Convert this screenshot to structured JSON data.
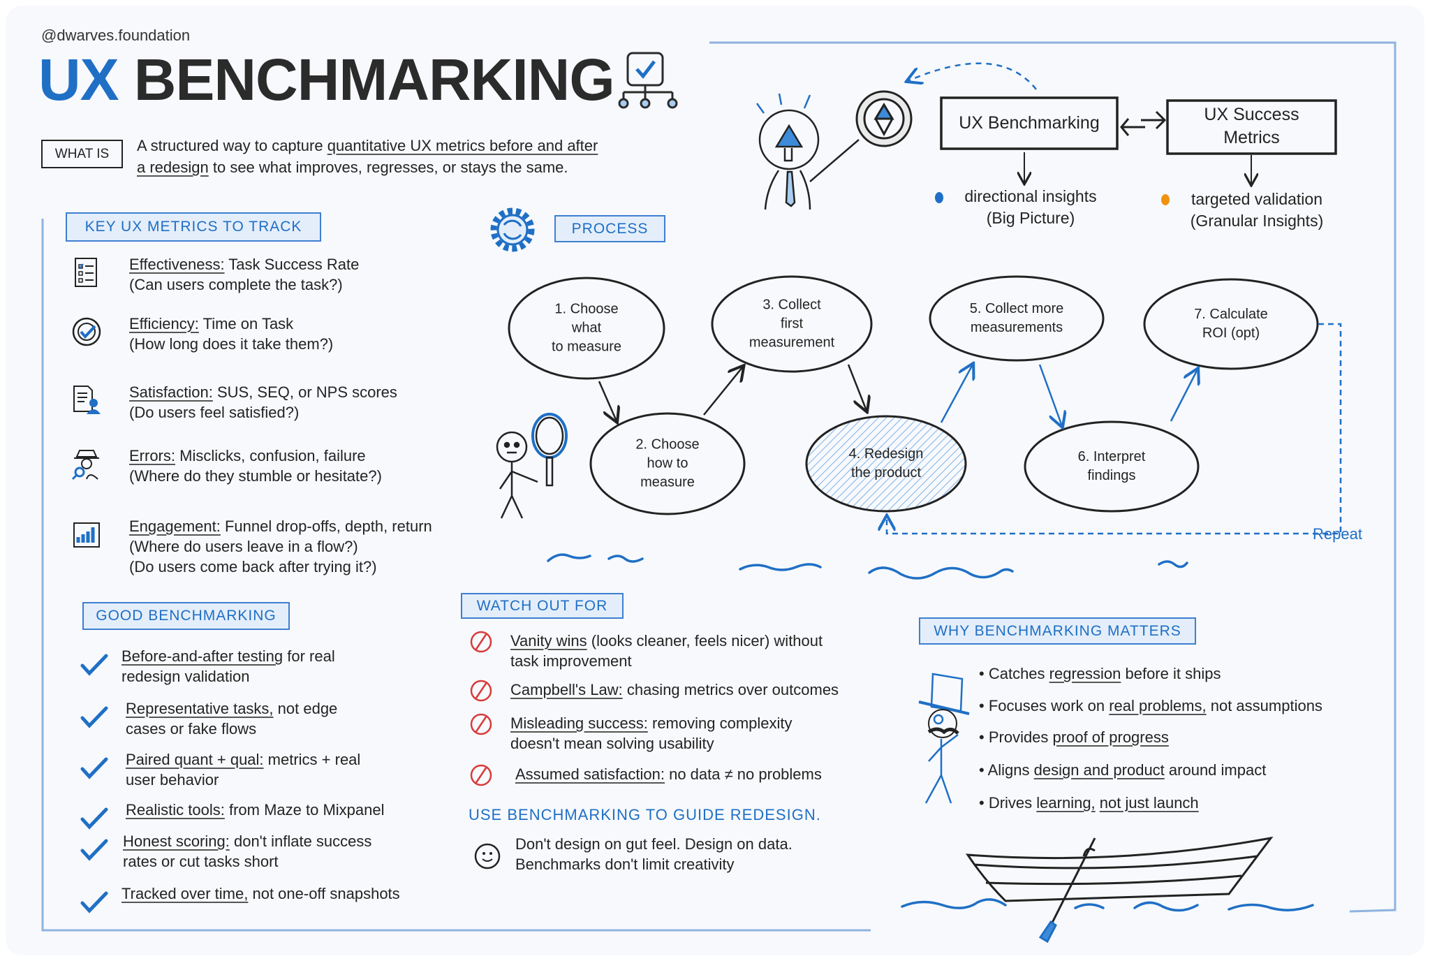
{
  "brand": "@dwarves.foundation",
  "title": {
    "accent": "UX",
    "main": "BENCHMARKING",
    "icon": "checkbox-hierarchy-icon"
  },
  "what_is": {
    "label": "WHAT IS",
    "line1": [
      {
        "t": "A structured way to capture "
      },
      {
        "t": "quantitative UX metrics before and after",
        "u": true
      }
    ],
    "line2": [
      {
        "t": "a redesign",
        "u": true
      },
      {
        "t": " to see what improves, regresses, or stays the same."
      }
    ]
  },
  "colors": {
    "blue": "#1f6fc5",
    "orange": "#f0920f",
    "red": "#d93a3a",
    "ink": "#232323",
    "box_fill": "#e4eefa"
  },
  "key_metrics": {
    "heading": "KEY UX METRICS TO TRACK",
    "items": [
      {
        "icon": "checklist-icon",
        "line1": [
          {
            "t": "Effectiveness:",
            "u": true
          },
          {
            "t": " Task Success Rate"
          }
        ],
        "sub": [
          "(Can users complete the task?)"
        ]
      },
      {
        "icon": "target-check-icon",
        "line1": [
          {
            "t": "Efficiency:",
            "u": true
          },
          {
            "t": " Time on Task"
          }
        ],
        "sub": [
          "(How long does it take them?)"
        ]
      },
      {
        "icon": "survey-user-icon",
        "line1": [
          {
            "t": "Satisfaction:",
            "u": true
          },
          {
            "t": " SUS, SEQ, or NPS scores"
          }
        ],
        "sub": [
          "(Do users feel satisfied?)"
        ]
      },
      {
        "icon": "detective-icon",
        "line1": [
          {
            "t": "Errors:",
            "u": true
          },
          {
            "t": " Misclicks, confusion, failure"
          }
        ],
        "sub": [
          "(Where do they stumble or hesitate?)"
        ]
      },
      {
        "icon": "bar-chart-icon",
        "line1": [
          {
            "t": "Engagement:",
            "u": true
          },
          {
            "t": " Funnel drop-offs, depth, return"
          }
        ],
        "sub": [
          "(Where do users leave in a flow?)",
          "(Do users come back after trying it?)"
        ]
      }
    ]
  },
  "process": {
    "heading": "PROCESS",
    "steps": [
      [
        "1. Choose",
        "what",
        "to measure"
      ],
      [
        "2. Choose",
        "how to",
        "measure"
      ],
      [
        "3. Collect",
        "first",
        "measurement"
      ],
      [
        "4. Redesign",
        "the product"
      ],
      [
        "5. Collect more",
        "measurements"
      ],
      [
        "6. Interpret",
        "findings"
      ],
      [
        "7. Calculate",
        "ROI (opt)"
      ]
    ],
    "highlighted_step": 4,
    "repeat_label": "Repeat"
  },
  "comparison": {
    "box1": [
      "UX Benchmarking"
    ],
    "box2": [
      "UX Success",
      "Metrics"
    ],
    "insight1": [
      "directional insights",
      "(Big Picture)"
    ],
    "insight2": [
      "targeted validation",
      "(Granular Insights)"
    ]
  },
  "good": {
    "heading": "GOOD BENCHMARKING",
    "items": [
      {
        "line1": [
          {
            "t": "Before-and-after testing",
            "u": true
          },
          {
            "t": " for real"
          }
        ],
        "sub": [
          "redesign validation"
        ]
      },
      {
        "line1": [
          {
            "t": "Representative tasks,",
            "u": true
          },
          {
            "t": " not edge"
          }
        ],
        "sub": [
          "cases or fake flows"
        ]
      },
      {
        "line1": [
          {
            "t": "Paired quant + qual:",
            "u": true
          },
          {
            "t": " metrics + real"
          }
        ],
        "sub": [
          "user behavior"
        ]
      },
      {
        "line1": [
          {
            "t": "Realistic tools:",
            "u": true
          },
          {
            "t": " from Maze to Mixpanel"
          }
        ],
        "sub": []
      },
      {
        "line1": [
          {
            "t": "Honest scoring:",
            "u": true
          },
          {
            "t": " don't inflate success"
          }
        ],
        "sub": [
          "rates or cut tasks short"
        ]
      },
      {
        "line1": [
          {
            "t": "Tracked over time,",
            "u": true
          },
          {
            "t": " not one-off snapshots"
          }
        ],
        "sub": []
      }
    ]
  },
  "watch": {
    "heading": "WATCH OUT FOR",
    "items": [
      {
        "line1": [
          {
            "t": "Vanity wins",
            "u": true
          },
          {
            "t": " (looks cleaner, feels nicer) without"
          }
        ],
        "sub": [
          "task improvement"
        ]
      },
      {
        "line1": [
          {
            "t": "Campbell's Law:",
            "u": true
          },
          {
            "t": " chasing metrics over outcomes"
          }
        ],
        "sub": []
      },
      {
        "line1": [
          {
            "t": "Misleading success:",
            "u": true
          },
          {
            "t": " removing complexity"
          }
        ],
        "sub": [
          "doesn't mean solving usability"
        ]
      },
      {
        "line1": [
          {
            "t": "Assumed satisfaction:",
            "u": true
          },
          {
            "t": " no data ≠ no problems"
          }
        ],
        "sub": []
      }
    ]
  },
  "guide": {
    "heading": "USE BENCHMARKING TO GUIDE REDESIGN.",
    "lines": [
      "Don't design on gut feel. Design on data.",
      "Benchmarks don't limit creativity"
    ]
  },
  "why": {
    "heading": "WHY BENCHMARKING MATTERS",
    "items": [
      [
        {
          "t": "Catches "
        },
        {
          "t": "regression",
          "u": true
        },
        {
          "t": " before it ships"
        }
      ],
      [
        {
          "t": "Focuses work on "
        },
        {
          "t": "real problems,",
          "u": true
        },
        {
          "t": " not assumptions"
        }
      ],
      [
        {
          "t": "Provides "
        },
        {
          "t": "proof of progress",
          "u": true
        }
      ],
      [
        {
          "t": "Aligns "
        },
        {
          "t": "design and product",
          "u": true
        },
        {
          "t": " around impact"
        }
      ],
      [
        {
          "t": "Drives "
        },
        {
          "t": "learning,",
          "u": true
        },
        {
          "t": " "
        },
        {
          "t": "not just launch",
          "u": true
        }
      ]
    ]
  }
}
